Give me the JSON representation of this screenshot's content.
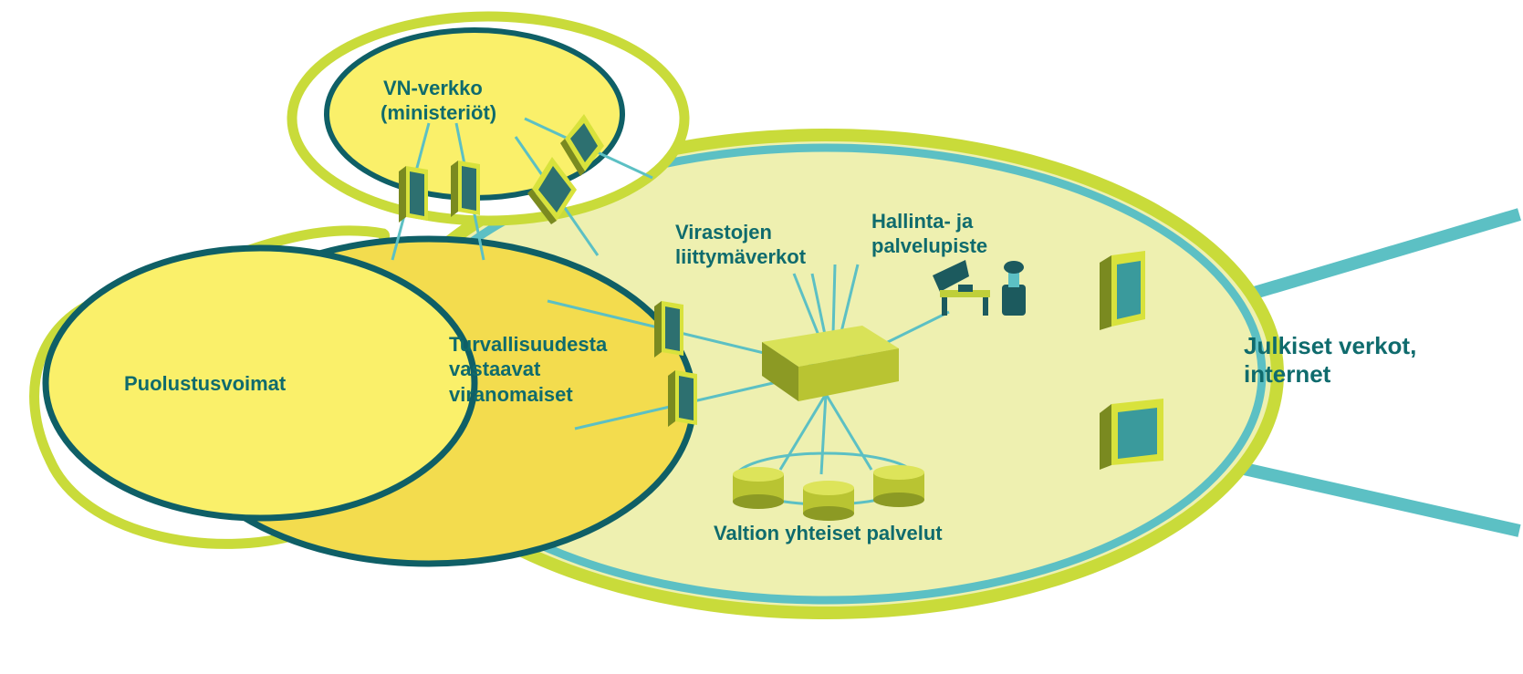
{
  "labels": {
    "vn_verkko_line1": "VN-verkko",
    "vn_verkko_line2": "(ministeriöt)",
    "puolustusvoimat": "Puolustusvoimat",
    "turvallisuus_line1": "Turvallisuudesta",
    "turvallisuus_line2": "vastaavat",
    "turvallisuus_line3": "viranomaiset",
    "virastojen_line1": "Virastojen",
    "virastojen_line2": "liittymäverkot",
    "hallinta_line1": "Hallinta- ja",
    "hallinta_line2": "palvelupiste",
    "valtion_palvelut": "Valtion yhteiset palvelut",
    "julkiset_line1": "Julkiset verkot,",
    "julkiset_line2": "internet"
  },
  "colors": {
    "teal_dark": "#0f5f66",
    "teal_line": "#5cc0c4",
    "lime_border": "#c9db3a",
    "yellow_fill": "#faf06a",
    "yellow_dark_fill": "#f3dc4e",
    "pale_fill": "#eef0b0",
    "label_text": "#0f6b6d"
  },
  "icons": {
    "firewall": "firewall-icon",
    "hub": "network-hub-icon",
    "workstation": "workstation-icon",
    "database": "database-icon"
  }
}
